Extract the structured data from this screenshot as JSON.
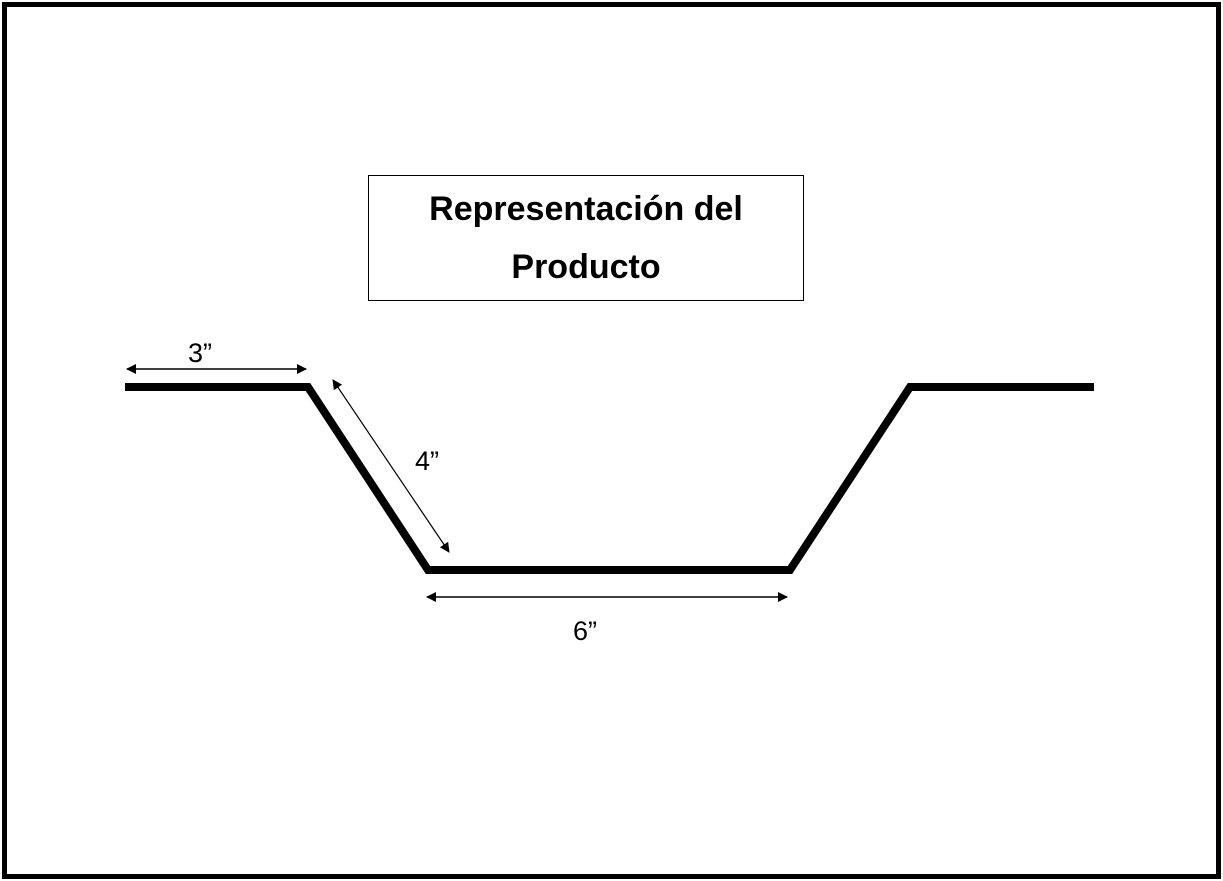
{
  "title": "Representación del Producto",
  "dimensions": {
    "flange": "3”",
    "side": "4”",
    "base": "6”"
  },
  "colors": {
    "stroke": "#000000",
    "background": "#ffffff"
  }
}
